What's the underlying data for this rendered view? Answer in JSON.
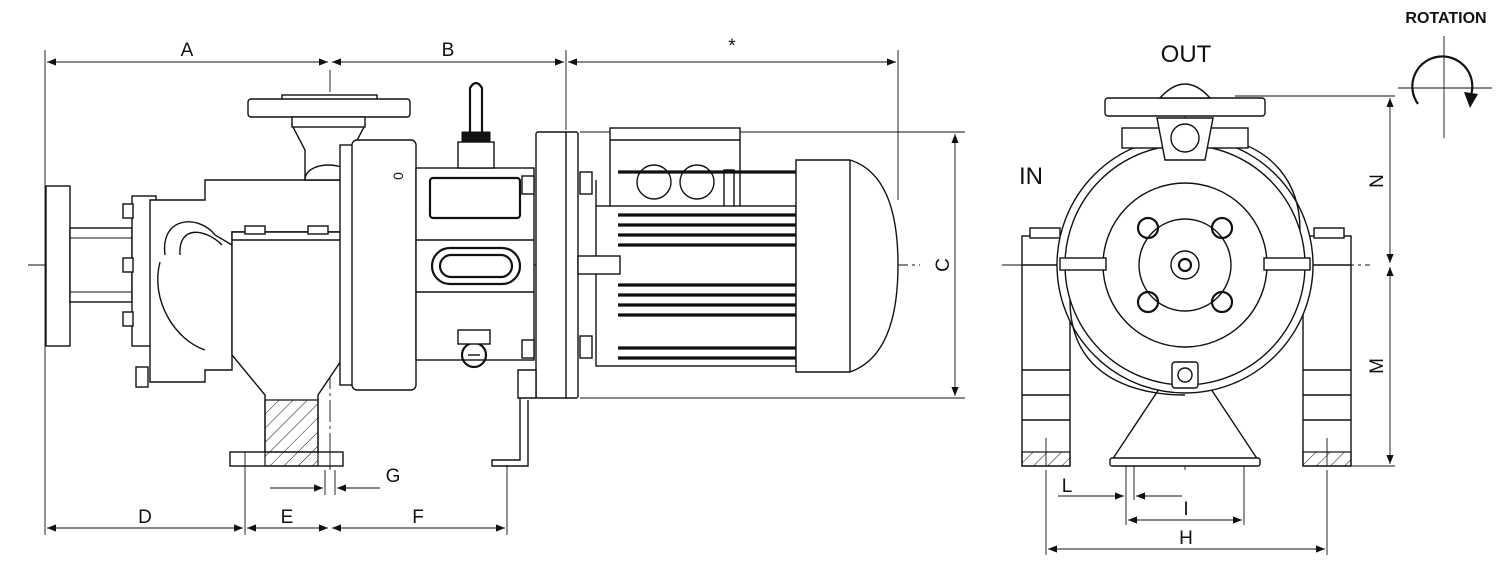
{
  "labels": {
    "A": "A",
    "B": "B",
    "star": "*",
    "C": "C",
    "D": "D",
    "E": "E",
    "F": "F",
    "G": "G",
    "OUT": "OUT",
    "IN": "IN",
    "rotation": "ROTATION",
    "N": "N",
    "M": "M",
    "L": "L",
    "I": "I",
    "H": "H"
  },
  "colors": {
    "ink": "#111111",
    "paper": "#ffffff"
  },
  "icons": {
    "rotation": "clockwise-arrow-icon"
  }
}
